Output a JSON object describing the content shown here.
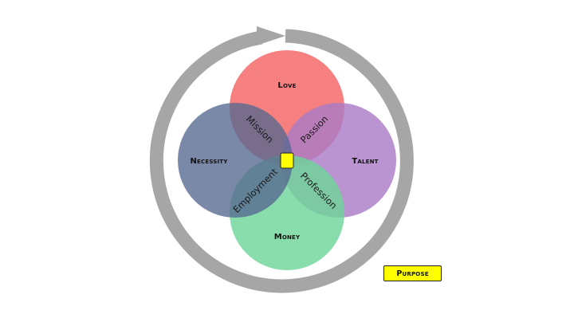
{
  "diagram": {
    "circles": {
      "love": {
        "label": "Love",
        "color": "#f46a6a"
      },
      "talent": {
        "label": "Talent",
        "color": "#a97cc6"
      },
      "money": {
        "label": "Money",
        "color": "#6fd49a"
      },
      "necessity": {
        "label": "Necessity",
        "color": "#56688f"
      }
    },
    "overlaps": {
      "mission": "Mission",
      "passion": "Passion",
      "employment": "Employment",
      "profession": "Profession"
    },
    "center_color": "#ffff00",
    "cycle_arrow_color": "#a6a6a6"
  },
  "legend": {
    "purpose_label": "Purpose",
    "purpose_color": "#ffff00"
  }
}
